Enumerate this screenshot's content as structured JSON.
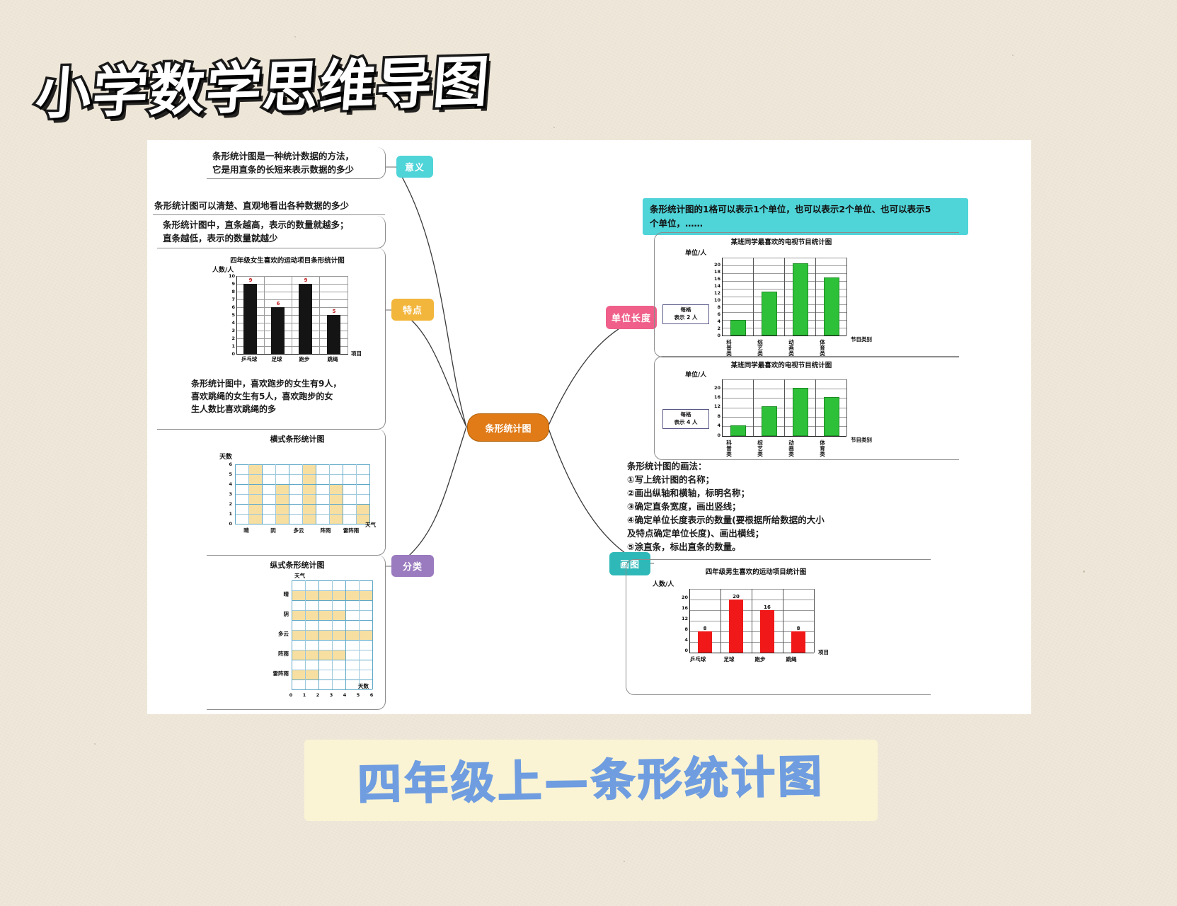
{
  "title": "小学数学思维导图",
  "caption": "四年级上—条形统计图",
  "center_node": "条形统计图",
  "branches": {
    "yiyi": "意义",
    "tedian": "特点",
    "fenlei": "分类",
    "danwei": "单位长度",
    "huatu": "画图"
  },
  "colors": {
    "center": "#e07b18",
    "yiyi": "#4fd4d8",
    "tedian": "#f3b63c",
    "fenlei": "#9a7bbf",
    "danwei": "#ef5f8a",
    "huatu": "#2fb8b8",
    "green_bar": "#2fc03a",
    "red_bar": "#f01818",
    "black_bar": "#141414",
    "yellow_cell": "#f7dfa2",
    "grid_blue": "#5fa8c8"
  },
  "notes": {
    "yiyi_line1": "条形统计图是一种统计数据的方法，",
    "yiyi_line2": "它是用直条的长短来表示数据的多少",
    "tedian_line1": "条形统计图可以清楚、直观地看出各种数据的多少",
    "tedian_line2": "条形统计图中，直条越高，表示的数量就越多；",
    "tedian_line3": "直条越低，表示的数量就越少",
    "tedian_note1": "条形统计图中，喜欢跑步的女生有9人，",
    "tedian_note2": "喜欢跳绳的女生有5人，喜欢跑步的女",
    "tedian_note3": "生人数比喜欢跳绳的多",
    "danwei_note1": "条形统计图的1格可以表示1个单位，也可以表示2个单位、也可以表示5",
    "danwei_note2": "个单位，……",
    "huatu_title": "条形统计图的画法：",
    "huatu_1": "①写上统计图的名称；",
    "huatu_2": "②画出纵轴和横轴，标明名称；",
    "huatu_3": "③确定直条宽度，画出竖线；",
    "huatu_4": "④确定单位长度表示的数量(要根据所给数据的大小",
    "huatu_4b": "及特点确定单位长度)、画出横线；",
    "huatu_5": "⑤涂直条，标出直条的数量。"
  },
  "chart_data": [
    {
      "id": "girls_sports_black",
      "type": "bar",
      "title": "四年级女生喜欢的运动项目条形统计图",
      "ylabel": "人数/人",
      "xlabel": "项目",
      "categories": [
        "乒乓球",
        "足球",
        "跑步",
        "跳绳"
      ],
      "values": [
        9,
        6,
        9,
        5
      ],
      "value_labels": [
        "9",
        "6",
        "9",
        "5"
      ],
      "yticks": [
        "10",
        "9",
        "8",
        "7",
        "6",
        "5",
        "4",
        "3",
        "2",
        "1",
        "0"
      ],
      "ylim": [
        0,
        10
      ],
      "bar_color": "#141414",
      "label_color": "#c02020",
      "grid": true
    },
    {
      "id": "weather_horizontal",
      "type": "bar",
      "title": "横式条形统计图",
      "ylabel": "天数",
      "xlabel": "天气",
      "categories": [
        "晴",
        "阴",
        "多云",
        "阵雨",
        "雷阵雨"
      ],
      "values": [
        6,
        4,
        6,
        4,
        2
      ],
      "yticks": [
        "6",
        "5",
        "4",
        "3",
        "2",
        "1",
        "0"
      ],
      "ylim": [
        0,
        6
      ],
      "bar_color": "#f7dfa2",
      "grid": true
    },
    {
      "id": "weather_vertical",
      "type": "bar",
      "title": "纵式条形统计图",
      "ylabel": "天气",
      "xlabel": "天数",
      "categories": [
        "晴",
        "阴",
        "多云",
        "阵雨",
        "雷阵雨"
      ],
      "values": [
        6,
        4,
        6,
        4,
        2
      ],
      "xticks": [
        "0",
        "1",
        "2",
        "3",
        "4",
        "5",
        "6"
      ],
      "xlim": [
        0,
        6
      ],
      "bar_color": "#f7dfa2",
      "orientation": "horizontal",
      "grid": true
    },
    {
      "id": "tv_unit2",
      "type": "bar",
      "title": "某班同学最喜欢的电视节目统计图",
      "ylabel": "单位/人",
      "xlabel": "节目类别",
      "categories": [
        "科普类",
        "综艺类",
        "动画类",
        "体育类"
      ],
      "values": [
        4,
        12,
        20,
        16
      ],
      "yticks": [
        "20",
        "18",
        "16",
        "14",
        "12",
        "10",
        "8",
        "6",
        "4",
        "2",
        "0"
      ],
      "ylim": [
        0,
        22
      ],
      "bar_color": "#2fc03a",
      "legend": "每格表示2人",
      "legend_line1": "每格",
      "legend_line2": "表示 2 人",
      "grid": true
    },
    {
      "id": "tv_unit4",
      "type": "bar",
      "title": "某班同学最喜欢的电视节目统计图",
      "ylabel": "单位/人",
      "xlabel": "节目类别",
      "categories": [
        "科普类",
        "综艺类",
        "动画类",
        "体育类"
      ],
      "values": [
        4,
        12,
        20,
        16
      ],
      "yticks": [
        "20",
        "16",
        "12",
        "8",
        "4",
        "0"
      ],
      "ylim": [
        0,
        24
      ],
      "bar_color": "#2fc03a",
      "legend": "每格表示4人",
      "legend_line1": "每格",
      "legend_line2": "表示 4 人",
      "grid": true
    },
    {
      "id": "boys_sports_red",
      "type": "bar",
      "title": "四年级男生喜欢的运动项目统计图",
      "ylabel": "人数/人",
      "xlabel": "项目",
      "categories": [
        "乒乓球",
        "足球",
        "跑步",
        "跳绳"
      ],
      "values": [
        8,
        20,
        16,
        8
      ],
      "value_labels": [
        "8",
        "20",
        "16",
        "8"
      ],
      "yticks": [
        "20",
        "16",
        "12",
        "8",
        "4",
        "0"
      ],
      "ylim": [
        0,
        24
      ],
      "bar_color": "#f01818",
      "grid": true
    }
  ]
}
